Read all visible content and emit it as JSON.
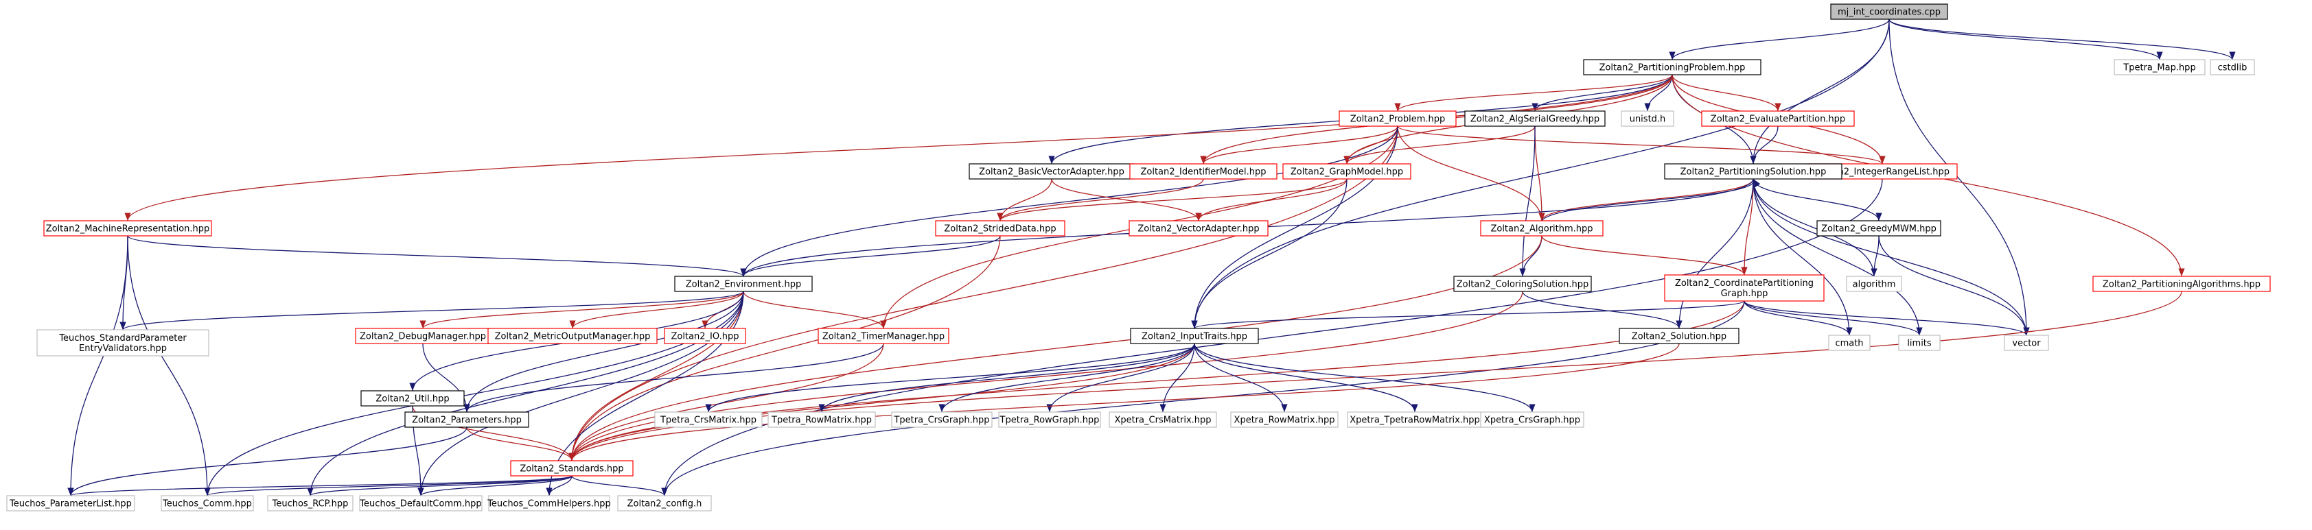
{
  "nodes": [
    {
      "id": "root",
      "label": "mj_int_coordinates.cpp",
      "kind": "root"
    },
    {
      "id": "pp",
      "label": "Zoltan2_PartitioningProblem.hpp",
      "kind": "doc"
    },
    {
      "id": "tmap",
      "label": "Tpetra_Map.hpp",
      "kind": "ext"
    },
    {
      "id": "cstdlib",
      "label": "cstdlib",
      "kind": "ext"
    },
    {
      "id": "prob",
      "label": "Zoltan2_Problem.hpp",
      "kind": "red"
    },
    {
      "id": "asg",
      "label": "Zoltan2_AlgSerialGreedy.hpp",
      "kind": "doc"
    },
    {
      "id": "unistd",
      "label": "unistd.h",
      "kind": "ext"
    },
    {
      "id": "evalp",
      "label": "Zoltan2_EvaluatePartition.hpp",
      "kind": "red"
    },
    {
      "id": "bva",
      "label": "Zoltan2_BasicVectorAdapter.hpp",
      "kind": "doc"
    },
    {
      "id": "idm",
      "label": "Zoltan2_IdentifierModel.hpp",
      "kind": "red"
    },
    {
      "id": "gm",
      "label": "Zoltan2_GraphModel.hpp",
      "kind": "red"
    },
    {
      "id": "irl",
      "label": "Zoltan2_IntegerRangeList.hpp",
      "kind": "red"
    },
    {
      "id": "ps",
      "label": "Zoltan2_PartitioningSolution.hpp",
      "kind": "doc"
    },
    {
      "id": "mr",
      "label": "Zoltan2_MachineRepresentation.hpp",
      "kind": "red"
    },
    {
      "id": "sd",
      "label": "Zoltan2_StridedData.hpp",
      "kind": "red"
    },
    {
      "id": "va",
      "label": "Zoltan2_VectorAdapter.hpp",
      "kind": "red"
    },
    {
      "id": "alg",
      "label": "Zoltan2_Algorithm.hpp",
      "kind": "red"
    },
    {
      "id": "gmwm",
      "label": "Zoltan2_GreedyMWM.hpp",
      "kind": "doc"
    },
    {
      "id": "env",
      "label": "Zoltan2_Environment.hpp",
      "kind": "doc"
    },
    {
      "id": "cs",
      "label": "Zoltan2_ColoringSolution.hpp",
      "kind": "doc"
    },
    {
      "id": "cpg",
      "label": "Zoltan2_CoordinatePartitioning\nGraph.hpp",
      "kind": "red"
    },
    {
      "id": "algorithm",
      "label": "algorithm",
      "kind": "ext"
    },
    {
      "id": "pa",
      "label": "Zoltan2_PartitioningAlgorithms.hpp",
      "kind": "red"
    },
    {
      "id": "tspev",
      "label": "Teuchos_StandardParameter\nEntryValidators.hpp",
      "kind": "ext"
    },
    {
      "id": "dm",
      "label": "Zoltan2_DebugManager.hpp",
      "kind": "red"
    },
    {
      "id": "mom",
      "label": "Zoltan2_MetricOutputManager.hpp",
      "kind": "red"
    },
    {
      "id": "io",
      "label": "Zoltan2_IO.hpp",
      "kind": "red"
    },
    {
      "id": "tm",
      "label": "Zoltan2_TimerManager.hpp",
      "kind": "red"
    },
    {
      "id": "it",
      "label": "Zoltan2_InputTraits.hpp",
      "kind": "doc"
    },
    {
      "id": "sol",
      "label": "Zoltan2_Solution.hpp",
      "kind": "doc"
    },
    {
      "id": "cmath",
      "label": "cmath",
      "kind": "ext"
    },
    {
      "id": "limits",
      "label": "limits",
      "kind": "ext"
    },
    {
      "id": "vector",
      "label": "vector",
      "kind": "ext"
    },
    {
      "id": "util",
      "label": "Zoltan2_Util.hpp",
      "kind": "doc"
    },
    {
      "id": "params",
      "label": "Zoltan2_Parameters.hpp",
      "kind": "doc"
    },
    {
      "id": "tpcrsm",
      "label": "Tpetra_CrsMatrix.hpp",
      "kind": "ext"
    },
    {
      "id": "tprowm",
      "label": "Tpetra_RowMatrix.hpp",
      "kind": "ext"
    },
    {
      "id": "tpcrsg",
      "label": "Tpetra_CrsGraph.hpp",
      "kind": "ext"
    },
    {
      "id": "tprowg",
      "label": "Tpetra_RowGraph.hpp",
      "kind": "ext"
    },
    {
      "id": "xpcrsm",
      "label": "Xpetra_CrsMatrix.hpp",
      "kind": "ext"
    },
    {
      "id": "xprowm",
      "label": "Xpetra_RowMatrix.hpp",
      "kind": "ext"
    },
    {
      "id": "xptprm",
      "label": "Xpetra_TpetraRowMatrix.hpp",
      "kind": "ext"
    },
    {
      "id": "xpcrsg",
      "label": "Xpetra_CrsGraph.hpp",
      "kind": "ext"
    },
    {
      "id": "std",
      "label": "Zoltan2_Standards.hpp",
      "kind": "red"
    },
    {
      "id": "tpl",
      "label": "Teuchos_ParameterList.hpp",
      "kind": "ext"
    },
    {
      "id": "tcomm",
      "label": "Teuchos_Comm.hpp",
      "kind": "ext"
    },
    {
      "id": "trcp",
      "label": "Teuchos_RCP.hpp",
      "kind": "ext"
    },
    {
      "id": "tdc",
      "label": "Teuchos_DefaultComm.hpp",
      "kind": "ext"
    },
    {
      "id": "tch",
      "label": "Teuchos_CommHelpers.hpp",
      "kind": "ext"
    },
    {
      "id": "cfg",
      "label": "Zoltan2_config.h",
      "kind": "ext"
    }
  ],
  "edges": [
    [
      "root",
      "pp"
    ],
    [
      "root",
      "tmap"
    ],
    [
      "root",
      "cstdlib"
    ],
    [
      "root",
      "it"
    ],
    [
      "root",
      "ps"
    ],
    [
      "root",
      "vector"
    ],
    [
      "pp",
      "prob"
    ],
    [
      "pp",
      "asg"
    ],
    [
      "pp",
      "unistd"
    ],
    [
      "pp",
      "evalp"
    ],
    [
      "pp",
      "bva"
    ],
    [
      "pp",
      "idm"
    ],
    [
      "pp",
      "gm"
    ],
    [
      "pp",
      "irl"
    ],
    [
      "pp",
      "ps"
    ],
    [
      "pp",
      "mr"
    ],
    [
      "pp",
      "pa"
    ],
    [
      "prob",
      "idm"
    ],
    [
      "prob",
      "gm"
    ],
    [
      "prob",
      "irl"
    ],
    [
      "prob",
      "alg"
    ],
    [
      "prob",
      "tm"
    ],
    [
      "prob",
      "env"
    ],
    [
      "prob",
      "std"
    ],
    [
      "prob",
      "it"
    ],
    [
      "asg",
      "gm"
    ],
    [
      "asg",
      "alg"
    ],
    [
      "asg",
      "cs"
    ],
    [
      "evalp",
      "ps"
    ],
    [
      "bva",
      "sd"
    ],
    [
      "bva",
      "va"
    ],
    [
      "idm",
      "sd"
    ],
    [
      "gm",
      "sd"
    ],
    [
      "gm",
      "va"
    ],
    [
      "gm",
      "it"
    ],
    [
      "irl",
      "cfg"
    ],
    [
      "ps",
      "alg"
    ],
    [
      "ps",
      "gmwm"
    ],
    [
      "ps",
      "cpg"
    ],
    [
      "ps",
      "sol"
    ],
    [
      "ps",
      "env"
    ],
    [
      "ps",
      "cmath"
    ],
    [
      "ps",
      "limits"
    ],
    [
      "ps",
      "vector"
    ],
    [
      "ps",
      "algorithm"
    ],
    [
      "mr",
      "env"
    ],
    [
      "mr",
      "tspev"
    ],
    [
      "mr",
      "tpl"
    ],
    [
      "mr",
      "tcomm"
    ],
    [
      "sd",
      "env"
    ],
    [
      "sd",
      "std"
    ],
    [
      "alg",
      "ps"
    ],
    [
      "alg",
      "cs"
    ],
    [
      "alg",
      "cpg"
    ],
    [
      "alg",
      "std"
    ],
    [
      "gmwm",
      "algorithm"
    ],
    [
      "gmwm",
      "vector"
    ],
    [
      "cs",
      "sol"
    ],
    [
      "cs",
      "std"
    ],
    [
      "cpg",
      "it"
    ],
    [
      "cpg",
      "cmath"
    ],
    [
      "cpg",
      "limits"
    ],
    [
      "cpg",
      "vector"
    ],
    [
      "cpg",
      "std"
    ],
    [
      "cpg",
      "cfg"
    ],
    [
      "pa",
      "std"
    ],
    [
      "env",
      "tspev"
    ],
    [
      "env",
      "dm"
    ],
    [
      "env",
      "mom"
    ],
    [
      "env",
      "io"
    ],
    [
      "env",
      "tm"
    ],
    [
      "env",
      "util"
    ],
    [
      "env",
      "params"
    ],
    [
      "env",
      "std"
    ],
    [
      "env",
      "tcomm"
    ],
    [
      "env",
      "trcp"
    ],
    [
      "env",
      "tdc"
    ],
    [
      "env",
      "tch"
    ],
    [
      "dm",
      "params"
    ],
    [
      "tm",
      "params"
    ],
    [
      "tm",
      "std"
    ],
    [
      "it",
      "std"
    ],
    [
      "it",
      "tpcrsm"
    ],
    [
      "it",
      "tprowm"
    ],
    [
      "it",
      "tpcrsg"
    ],
    [
      "it",
      "tprowg"
    ],
    [
      "it",
      "xpcrsm"
    ],
    [
      "it",
      "xprowm"
    ],
    [
      "it",
      "xptprm"
    ],
    [
      "it",
      "xpcrsg"
    ],
    [
      "sol",
      "std"
    ],
    [
      "util",
      "std"
    ],
    [
      "util",
      "tdc"
    ],
    [
      "params",
      "std"
    ],
    [
      "params",
      "tpl"
    ],
    [
      "std",
      "tpl"
    ],
    [
      "std",
      "tcomm"
    ],
    [
      "std",
      "trcp"
    ],
    [
      "std",
      "tdc"
    ],
    [
      "std",
      "tch"
    ],
    [
      "std",
      "cfg"
    ]
  ]
}
